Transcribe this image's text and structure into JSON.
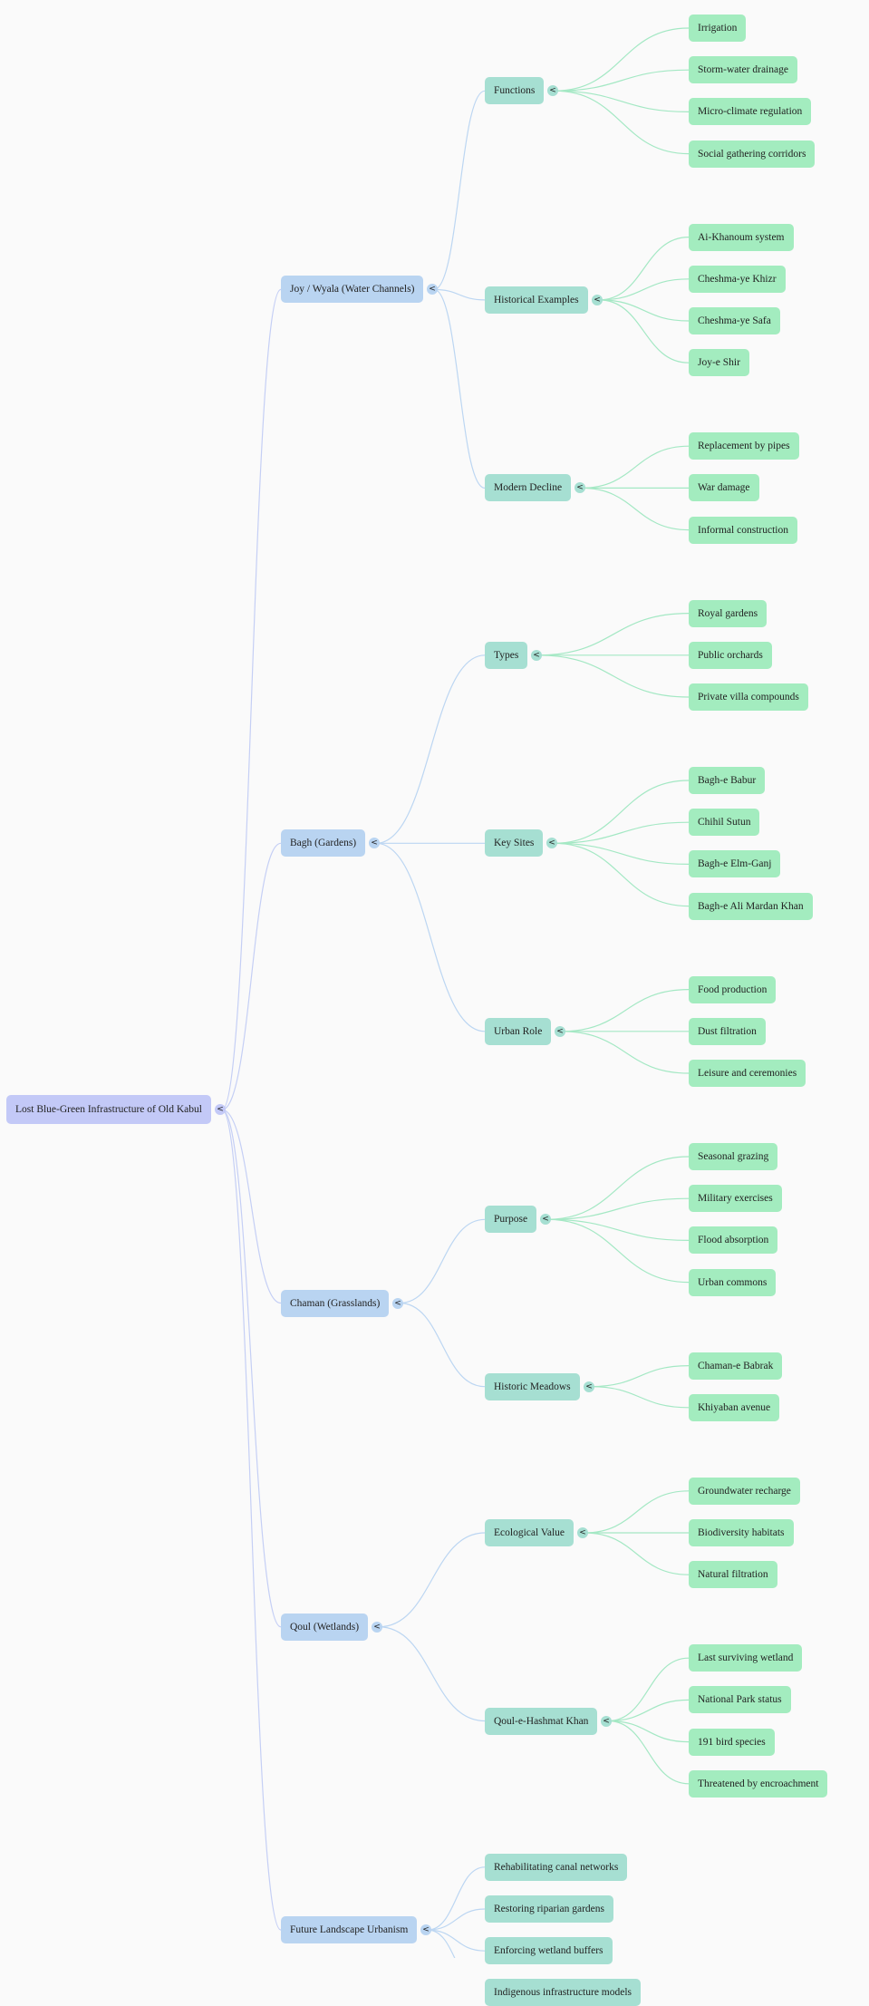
{
  "colors": {
    "root": "#c3c9f7",
    "level1": "#b9d4f1",
    "level2": "#a6dfd2",
    "level3": "#a3ecbf",
    "link_level1": "#c5cff5",
    "link_level2": "#bcd6f2",
    "link_level3": "#a4e8c4"
  },
  "toggle_glyph": "<",
  "toggle_icon": "chevron-left-icon",
  "root": {
    "label": "Lost Blue-Green Infrastructure of Old Kabul",
    "children": [
      {
        "label": "Joy / Wyala (Water Channels)",
        "children": [
          {
            "label": "Functions",
            "children": [
              {
                "label": "Irrigation"
              },
              {
                "label": "Storm-water drainage"
              },
              {
                "label": "Micro-climate regulation"
              },
              {
                "label": "Social gathering corridors"
              }
            ]
          },
          {
            "label": "Historical Examples",
            "children": [
              {
                "label": "Ai-Khanoum system"
              },
              {
                "label": "Cheshma-ye Khizr"
              },
              {
                "label": "Cheshma-ye Safa"
              },
              {
                "label": "Joy-e Shir"
              }
            ]
          },
          {
            "label": "Modern Decline",
            "children": [
              {
                "label": "Replacement by pipes"
              },
              {
                "label": "War damage"
              },
              {
                "label": "Informal construction"
              }
            ]
          }
        ]
      },
      {
        "label": "Bagh (Gardens)",
        "children": [
          {
            "label": "Types",
            "children": [
              {
                "label": "Royal gardens"
              },
              {
                "label": "Public orchards"
              },
              {
                "label": "Private villa compounds"
              }
            ]
          },
          {
            "label": "Key Sites",
            "children": [
              {
                "label": "Bagh-e Babur"
              },
              {
                "label": "Chihil Sutun"
              },
              {
                "label": "Bagh-e Elm-Ganj"
              },
              {
                "label": "Bagh-e Ali Mardan Khan"
              }
            ]
          },
          {
            "label": "Urban Role",
            "children": [
              {
                "label": "Food production"
              },
              {
                "label": "Dust filtration"
              },
              {
                "label": "Leisure and ceremonies"
              }
            ]
          }
        ]
      },
      {
        "label": "Chaman (Grasslands)",
        "children": [
          {
            "label": "Purpose",
            "children": [
              {
                "label": "Seasonal grazing"
              },
              {
                "label": "Military exercises"
              },
              {
                "label": "Flood absorption"
              },
              {
                "label": "Urban commons"
              }
            ]
          },
          {
            "label": "Historic Meadows",
            "children": [
              {
                "label": "Chaman-e Babrak"
              },
              {
                "label": "Khiyaban avenue"
              }
            ]
          }
        ]
      },
      {
        "label": "Qoul (Wetlands)",
        "children": [
          {
            "label": "Ecological Value",
            "children": [
              {
                "label": "Groundwater recharge"
              },
              {
                "label": "Biodiversity habitats"
              },
              {
                "label": "Natural filtration"
              }
            ]
          },
          {
            "label": "Qoul-e-Hashmat Khan",
            "children": [
              {
                "label": "Last surviving wetland"
              },
              {
                "label": "National Park status"
              },
              {
                "label": "191 bird species"
              },
              {
                "label": "Threatened by encroachment"
              }
            ]
          }
        ]
      },
      {
        "label": "Future Landscape Urbanism",
        "children": [
          {
            "label": "Rehabilitating canal networks"
          },
          {
            "label": "Restoring riparian gardens"
          },
          {
            "label": "Enforcing wetland buffers"
          },
          {
            "label": "Indigenous infrastructure models"
          }
        ]
      }
    ]
  }
}
